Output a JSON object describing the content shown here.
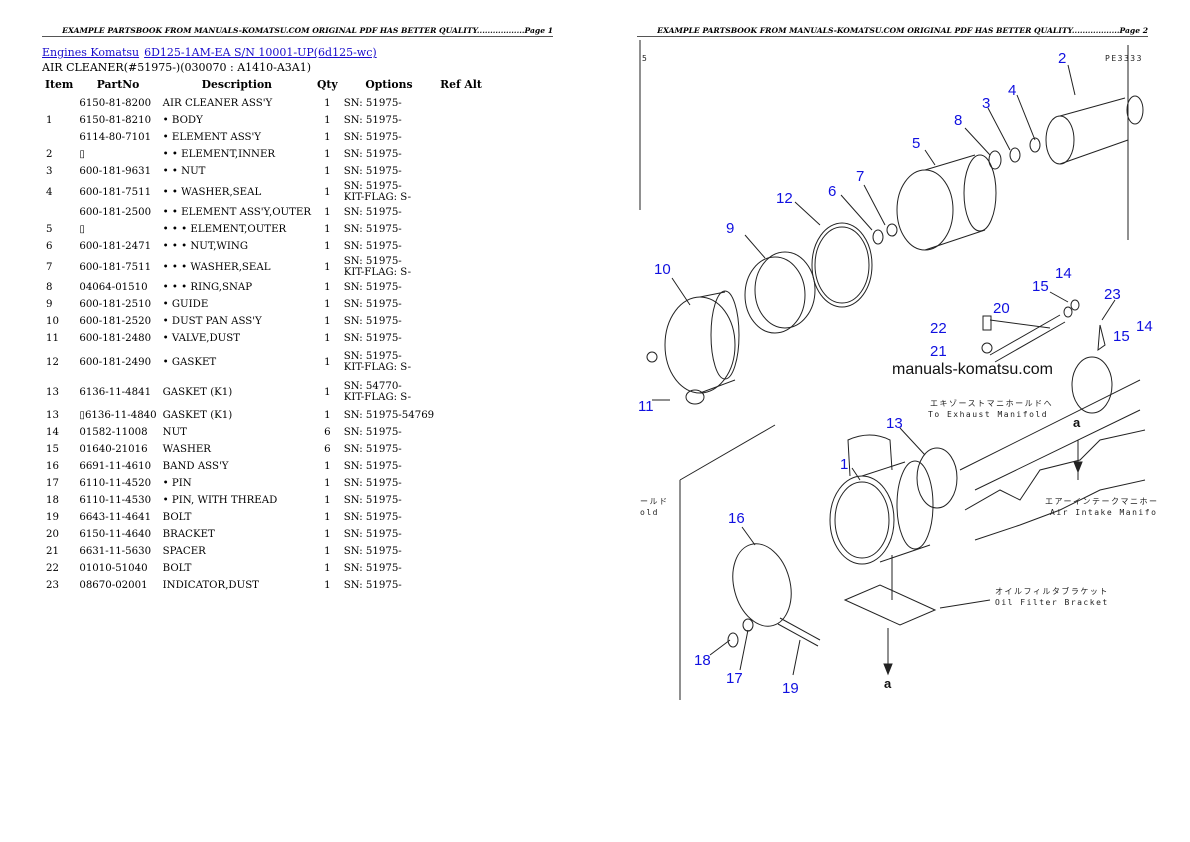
{
  "page1": {
    "header": "EXAMPLE PARTSBOOK FROM MANUALS-KOMATSU.COM ORIGINAL PDF HAS BETTER QUALITY..................Page 1",
    "breadcrumb": [
      "Engines Komatsu",
      "6D125-1AM-EA S/N 10001-UP(6d125-wc)"
    ],
    "subtitle": "AIR CLEANER(#51975-)(030070 : A1410-A3A1)",
    "columns": [
      "Item",
      "PartNo",
      "Description",
      "Qty",
      "Options",
      "Ref Alt"
    ],
    "rows": [
      {
        "item": "",
        "part": "6150-81-8200",
        "desc": "AIR CLEANER ASS'Y",
        "qty": "1",
        "opt": "SN: 51975-"
      },
      {
        "item": "1",
        "part": "6150-81-8210",
        "desc": "• BODY",
        "qty": "1",
        "opt": "SN: 51975-"
      },
      {
        "item": "",
        "part": "6114-80-7101",
        "desc": "• ELEMENT ASS'Y",
        "qty": "1",
        "opt": "SN: 51975-"
      },
      {
        "item": "2",
        "part": "▯",
        "desc": "• • ELEMENT,INNER",
        "qty": "1",
        "opt": "SN: 51975-"
      },
      {
        "item": "3",
        "part": "600-181-9631",
        "desc": "• • NUT",
        "qty": "1",
        "opt": "SN: 51975-"
      },
      {
        "item": "4",
        "part": "600-181-7511",
        "desc": "• • WASHER,SEAL",
        "qty": "1",
        "opt": "SN: 51975-",
        "opt2": "KIT-FLAG: S-"
      },
      {
        "item": "",
        "part": "600-181-2500",
        "desc": "• • ELEMENT ASS'Y,OUTER",
        "qty": "1",
        "opt": "SN: 51975-"
      },
      {
        "item": "5",
        "part": "▯",
        "desc": "• • • ELEMENT,OUTER",
        "qty": "1",
        "opt": "SN: 51975-"
      },
      {
        "item": "6",
        "part": "600-181-2471",
        "desc": "• • • NUT,WING",
        "qty": "1",
        "opt": "SN: 51975-"
      },
      {
        "item": "7",
        "part": "600-181-7511",
        "desc": "• • • WASHER,SEAL",
        "qty": "1",
        "opt": "SN: 51975-",
        "opt2": "KIT-FLAG: S-"
      },
      {
        "item": "8",
        "part": "04064-01510",
        "desc": "• • • RING,SNAP",
        "qty": "1",
        "opt": "SN: 51975-"
      },
      {
        "item": "9",
        "part": "600-181-2510",
        "desc": "• GUIDE",
        "qty": "1",
        "opt": "SN: 51975-"
      },
      {
        "item": "10",
        "part": "600-181-2520",
        "desc": "• DUST PAN ASS'Y",
        "qty": "1",
        "opt": "SN: 51975-"
      },
      {
        "item": "11",
        "part": "600-181-2480",
        "desc": "• VALVE,DUST",
        "qty": "1",
        "opt": "SN: 51975-"
      },
      {
        "item": "12",
        "part": "600-181-2490",
        "desc": "• GASKET",
        "qty": "1",
        "opt": "SN: 51975-",
        "opt2": "KIT-FLAG: S-"
      },
      {
        "item": "13",
        "part": "6136-11-4841",
        "desc": "GASKET (K1)",
        "qty": "1",
        "opt": "SN: 54770-",
        "opt2": "KIT-FLAG: S-"
      },
      {
        "item": "13",
        "part": "▯6136-11-4840",
        "desc": "GASKET (K1)",
        "qty": "1",
        "opt": "SN: 51975-54769"
      },
      {
        "item": "14",
        "part": "01582-11008",
        "desc": "NUT",
        "qty": "6",
        "opt": "SN: 51975-"
      },
      {
        "item": "15",
        "part": "01640-21016",
        "desc": "WASHER",
        "qty": "6",
        "opt": "SN: 51975-"
      },
      {
        "item": "16",
        "part": "6691-11-4610",
        "desc": "BAND ASS'Y",
        "qty": "1",
        "opt": "SN: 51975-"
      },
      {
        "item": "17",
        "part": "6110-11-4520",
        "desc": "• PIN",
        "qty": "1",
        "opt": "SN: 51975-"
      },
      {
        "item": "18",
        "part": "6110-11-4530",
        "desc": "• PIN, WITH THREAD",
        "qty": "1",
        "opt": "SN: 51975-"
      },
      {
        "item": "19",
        "part": "6643-11-4641",
        "desc": "BOLT",
        "qty": "1",
        "opt": "SN: 51975-"
      },
      {
        "item": "20",
        "part": "6150-11-4640",
        "desc": "BRACKET",
        "qty": "1",
        "opt": "SN: 51975-"
      },
      {
        "item": "21",
        "part": "6631-11-5630",
        "desc": "SPACER",
        "qty": "1",
        "opt": "SN: 51975-"
      },
      {
        "item": "22",
        "part": "01010-51040",
        "desc": "BOLT",
        "qty": "1",
        "opt": "SN: 51975-"
      },
      {
        "item": "23",
        "part": "08670-02001",
        "desc": "INDICATOR,DUST",
        "qty": "1",
        "opt": "SN: 51975-"
      }
    ]
  },
  "page2": {
    "header": "EXAMPLE PARTSBOOK FROM MANUALS-KOMATSU.COM ORIGINAL PDF HAS BETTER QUALITY..................Page 2",
    "diagram": {
      "watermark": "manuals-komatsu.com",
      "exhaust_jp": "エキゾーストマニホールドへ",
      "exhaust_en": "To Exhaust Manifold",
      "intake_jp": "エアーインテークマニホー",
      "intake_en": "Air Intake Manifo",
      "bracket_jp": "オイルフィルタブラケット",
      "bracket_en": "Oil Filter Bracket",
      "left_jp": "ールド",
      "left_en": "old",
      "code": "PE3333",
      "corner": "5",
      "a_label": "a",
      "callouts": [
        "1",
        "2",
        "3",
        "4",
        "5",
        "6",
        "7",
        "8",
        "9",
        "10",
        "11",
        "12",
        "13",
        "14",
        "15",
        "16",
        "17",
        "18",
        "19",
        "20",
        "21",
        "22",
        "23",
        "14",
        "15"
      ]
    }
  }
}
